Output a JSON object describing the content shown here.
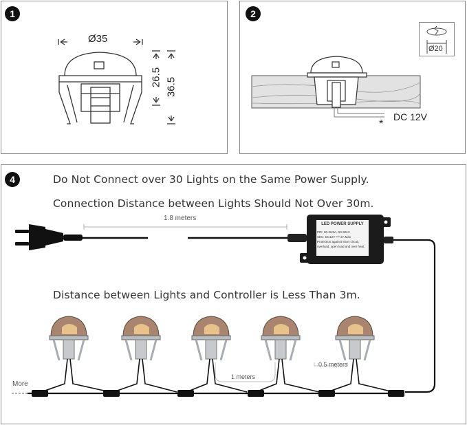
{
  "panels": {
    "step1": {
      "badge": "1",
      "diameter": "Ø35",
      "height_inner": "26.5",
      "height_outer": "36.5"
    },
    "step2": {
      "badge": "2",
      "hole_diameter": "Ø20",
      "voltage": "DC 12V",
      "asterisk": "*"
    },
    "step4": {
      "badge": "4",
      "notes": [
        "Do Not Connect over 30 Lights on the Same Power Supply.",
        "Connection Distance between Lights Should Not Over 30m.",
        "Distance between Lights and Controller is Less Than 3m."
      ],
      "cable_length": "1.8 meters",
      "light_spacing": "1 meters",
      "tail_length": "0.5 meters",
      "more_label": "More",
      "power_supply": {
        "title": "LED POWER SUPPLY",
        "spec_lines": [
          "PRI: 90-264V~ 50-60Hz",
          "SEC: DC12V ━━ 2A Max",
          "Protection against short circuit,",
          "overload, open load and over heat."
        ]
      }
    }
  },
  "colors": {
    "border": "#8a8a8a",
    "cable": "#111111",
    "light_bronze": "#b08a70",
    "light_steel": "#a9adb1"
  }
}
